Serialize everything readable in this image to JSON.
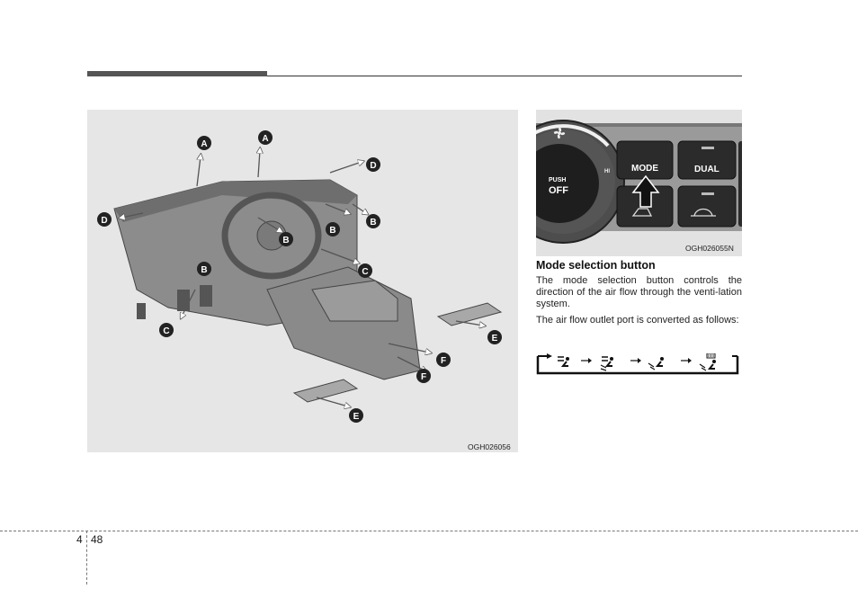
{
  "left_figure": {
    "code": "OGH026056",
    "callouts": [
      "A",
      "A",
      "D",
      "D",
      "B",
      "B",
      "B",
      "B",
      "C",
      "C",
      "E",
      "E",
      "F",
      "F"
    ]
  },
  "right_figure": {
    "code": "OGH026055N",
    "labels": {
      "push": "PUSH",
      "off": "OFF",
      "hi": "HI",
      "mode": "MODE",
      "dual": "DUAL"
    }
  },
  "section": {
    "heading": "Mode selection button",
    "para1": "The mode selection button controls the direction of the air flow through the venti-lation system.",
    "para2": "The air flow outlet port is converted as follows:"
  },
  "mode_sequence": [
    "face-vent-icon",
    "bi-level-icon",
    "floor-vent-icon",
    "floor-defrost-icon"
  ],
  "page": {
    "chapter": "4",
    "number": "48"
  }
}
